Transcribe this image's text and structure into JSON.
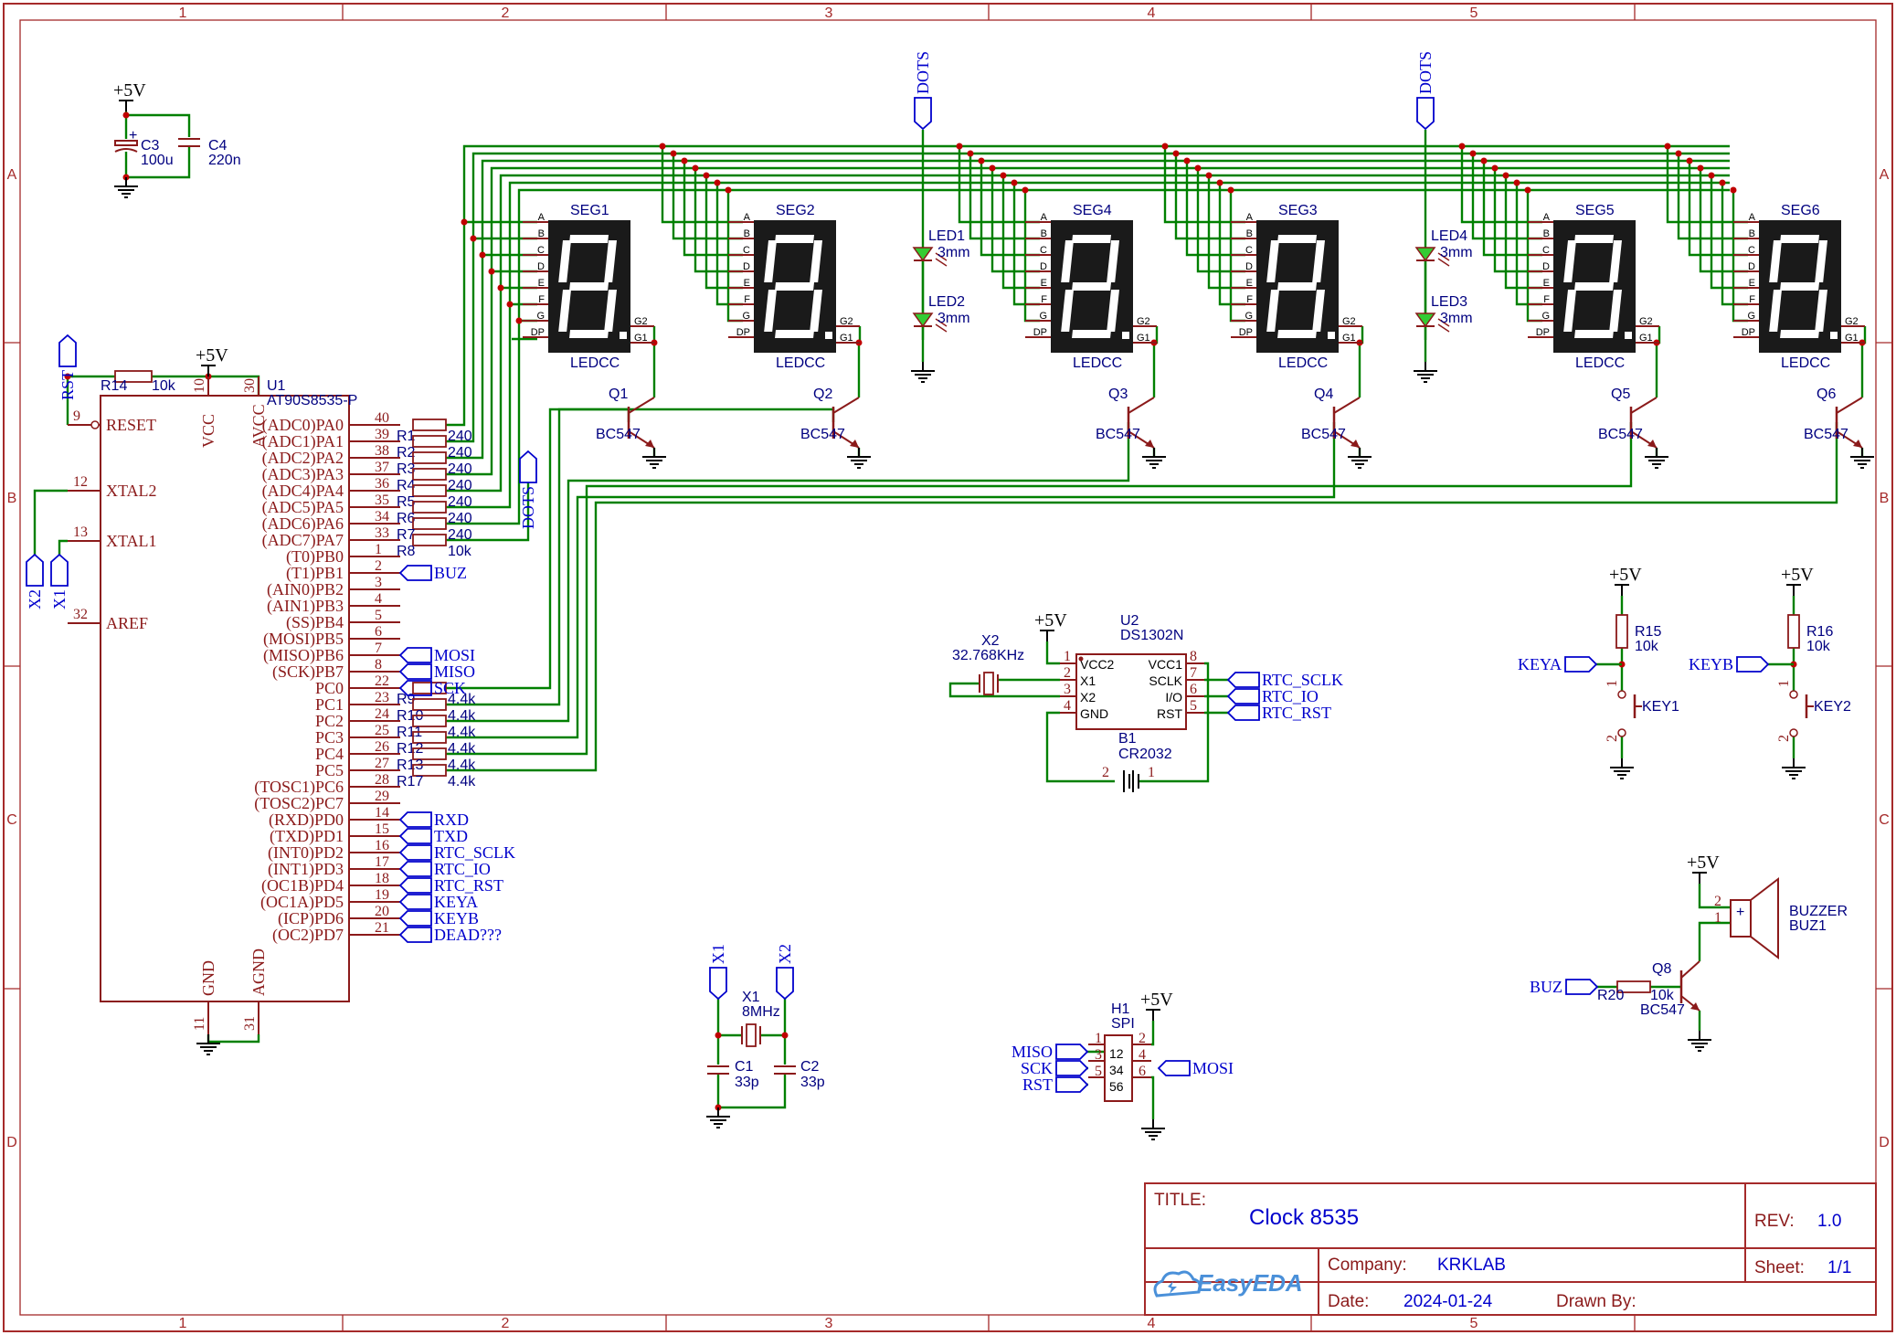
{
  "sheet": {
    "columns": [
      "1",
      "2",
      "3",
      "4",
      "5"
    ],
    "rows": [
      "A",
      "B",
      "C",
      "D"
    ]
  },
  "title_block": {
    "title_label": "TITLE:",
    "title_value": "Clock 8535",
    "rev_label": "REV:",
    "rev_value": "1.0",
    "company_label": "Company:",
    "company_value": "KRKLAB",
    "sheet_label": "Sheet:",
    "sheet_value": "1/1",
    "date_label": "Date:",
    "date_value": "2024-01-24",
    "drawn_label": "Drawn By:",
    "logo": "EasyEDA"
  },
  "power": {
    "vcc": "+5V"
  },
  "caps": {
    "c3_ref": "C3",
    "c3_val": "100u",
    "c3_plus": "+",
    "c4_ref": "C4",
    "c4_val": "220n",
    "c1_ref": "C1",
    "c1_val": "33p",
    "c2_ref": "C2",
    "c2_val": "33p"
  },
  "mcu": {
    "ref": "U1",
    "part": "AT90S8535-P",
    "left_pins": [
      {
        "num": "9",
        "name": "RESET"
      },
      {
        "num": "12",
        "name": "XTAL2"
      },
      {
        "num": "13",
        "name": "XTAL1"
      },
      {
        "num": "32",
        "name": "AREF"
      }
    ],
    "top_pins": [
      {
        "num": "10",
        "name": "VCC"
      },
      {
        "num": "30",
        "name": "AVCC"
      }
    ],
    "bottom_pins": [
      {
        "num": "11",
        "name": "GND"
      },
      {
        "num": "31",
        "name": "AGND"
      }
    ],
    "right_pins": [
      {
        "num": "40",
        "name": "(ADC0)PA0"
      },
      {
        "num": "39",
        "name": "(ADC1)PA1"
      },
      {
        "num": "38",
        "name": "(ADC2)PA2"
      },
      {
        "num": "37",
        "name": "(ADC3)PA3"
      },
      {
        "num": "36",
        "name": "(ADC4)PA4"
      },
      {
        "num": "35",
        "name": "(ADC5)PA5"
      },
      {
        "num": "34",
        "name": "(ADC6)PA6"
      },
      {
        "num": "33",
        "name": "(ADC7)PA7"
      },
      {
        "num": "1",
        "name": "(T0)PB0"
      },
      {
        "num": "2",
        "name": "(T1)PB1"
      },
      {
        "num": "3",
        "name": "(AIN0)PB2"
      },
      {
        "num": "4",
        "name": "(AIN1)PB3"
      },
      {
        "num": "5",
        "name": "(SS)PB4"
      },
      {
        "num": "6",
        "name": "(MOSI)PB5"
      },
      {
        "num": "7",
        "name": "(MISO)PB6"
      },
      {
        "num": "8",
        "name": "(SCK)PB7"
      },
      {
        "num": "22",
        "name": "PC0"
      },
      {
        "num": "23",
        "name": "PC1"
      },
      {
        "num": "24",
        "name": "PC2"
      },
      {
        "num": "25",
        "name": "PC3"
      },
      {
        "num": "26",
        "name": "PC4"
      },
      {
        "num": "27",
        "name": "PC5"
      },
      {
        "num": "28",
        "name": "(TOSC1)PC6"
      },
      {
        "num": "29",
        "name": "(TOSC2)PC7"
      },
      {
        "num": "14",
        "name": "(RXD)PD0"
      },
      {
        "num": "15",
        "name": "(TXD)PD1"
      },
      {
        "num": "16",
        "name": "(INT0)PD2"
      },
      {
        "num": "17",
        "name": "(INT1)PD3"
      },
      {
        "num": "18",
        "name": "(OC1B)PD4"
      },
      {
        "num": "19",
        "name": "(OC1A)PD5"
      },
      {
        "num": "20",
        "name": "(ICP)PD6"
      },
      {
        "num": "21",
        "name": "(OC2)PD7"
      }
    ]
  },
  "resistors_a": [
    {
      "ref": "R1",
      "val": "240"
    },
    {
      "ref": "R2",
      "val": "240"
    },
    {
      "ref": "R3",
      "val": "240"
    },
    {
      "ref": "R4",
      "val": "240"
    },
    {
      "ref": "R5",
      "val": "240"
    },
    {
      "ref": "R6",
      "val": "240"
    },
    {
      "ref": "R7",
      "val": "240"
    },
    {
      "ref": "R8",
      "val": "10k"
    }
  ],
  "resistors_c": [
    {
      "ref": "R9",
      "val": "4.4k"
    },
    {
      "ref": "R10",
      "val": "4.4k"
    },
    {
      "ref": "R11",
      "val": "4.4k"
    },
    {
      "ref": "R12",
      "val": "4.4k"
    },
    {
      "ref": "R13",
      "val": "4.4k"
    },
    {
      "ref": "R17",
      "val": "4.4k"
    }
  ],
  "r14": {
    "ref": "R14",
    "val": "10k"
  },
  "nets": {
    "rst": "RST",
    "x1": "X1",
    "x2": "X2",
    "dots": "DOTS",
    "buz": "BUZ",
    "mosi": "MOSI",
    "miso": "MISO",
    "sck": "SCK",
    "rxd": "RXD",
    "txd": "TXD",
    "rtc_sclk": "RTC_SCLK",
    "rtc_io": "RTC_IO",
    "rtc_rst": "RTC_RST",
    "keya": "KEYA",
    "keyb": "KEYB",
    "dead": "DEAD???",
    "rst2": "RST"
  },
  "displays": [
    {
      "ref": "SEG1",
      "part": "LEDCC"
    },
    {
      "ref": "SEG2",
      "part": "LEDCC"
    },
    {
      "ref": "SEG4",
      "part": "LEDCC"
    },
    {
      "ref": "SEG3",
      "part": "LEDCC"
    },
    {
      "ref": "SEG5",
      "part": "LEDCC"
    },
    {
      "ref": "SEG6",
      "part": "LEDCC"
    }
  ],
  "seg_pins": [
    "A",
    "B",
    "C",
    "D",
    "E",
    "F",
    "G",
    "DP"
  ],
  "seg_right_pins": [
    "G2",
    "G1"
  ],
  "transistors": [
    {
      "ref": "Q1",
      "part": "BC547"
    },
    {
      "ref": "Q2",
      "part": "BC547"
    },
    {
      "ref": "Q3",
      "part": "BC547"
    },
    {
      "ref": "Q4",
      "part": "BC547"
    },
    {
      "ref": "Q5",
      "part": "BC547"
    },
    {
      "ref": "Q6",
      "part": "BC547"
    }
  ],
  "leds": [
    {
      "ref": "LED1",
      "val": "3mm"
    },
    {
      "ref": "LED2",
      "val": "3mm"
    },
    {
      "ref": "LED4",
      "val": "3mm"
    },
    {
      "ref": "LED3",
      "val": "3mm"
    }
  ],
  "rtc": {
    "ref": "U2",
    "part": "DS1302N",
    "left_pins": [
      {
        "num": "1",
        "name": "VCC2"
      },
      {
        "num": "2",
        "name": "X1"
      },
      {
        "num": "3",
        "name": "X2"
      },
      {
        "num": "4",
        "name": "GND"
      }
    ],
    "right_pins": [
      {
        "num": "8",
        "name": "VCC1"
      },
      {
        "num": "7",
        "name": "SCLK"
      },
      {
        "num": "6",
        "name": "I/O"
      },
      {
        "num": "5",
        "name": "RST"
      }
    ]
  },
  "xtal2": {
    "ref": "X2",
    "val": "32.768KHz"
  },
  "xtal1": {
    "ref": "X1",
    "val": "8MHz"
  },
  "battery": {
    "ref": "B1",
    "val": "CR2032",
    "p2": "2",
    "p1": "1"
  },
  "keys": [
    {
      "rref": "R15",
      "rval": "10k",
      "kref": "KEY1",
      "net": "KEYA",
      "p1": "1",
      "p2": "2"
    },
    {
      "rref": "R16",
      "rval": "10k",
      "kref": "KEY2",
      "net": "KEYB",
      "p1": "1",
      "p2": "2"
    }
  ],
  "buzzer": {
    "name": "BUZZER",
    "ref": "BUZ1",
    "plus": "+",
    "p1": "1",
    "p2": "2"
  },
  "q8": {
    "ref": "Q8",
    "part": "BC547",
    "rref": "R20",
    "rval": "10k",
    "net": "BUZ"
  },
  "spi": {
    "ref": "H1",
    "name": "SPI",
    "pins": [
      "1",
      "2",
      "3",
      "4",
      "5",
      "6"
    ],
    "inner": [
      "12",
      "34",
      "56"
    ],
    "nets": {
      "miso": "MISO",
      "sck": "SCK",
      "rst": "RST",
      "mosi": "MOSI"
    }
  }
}
